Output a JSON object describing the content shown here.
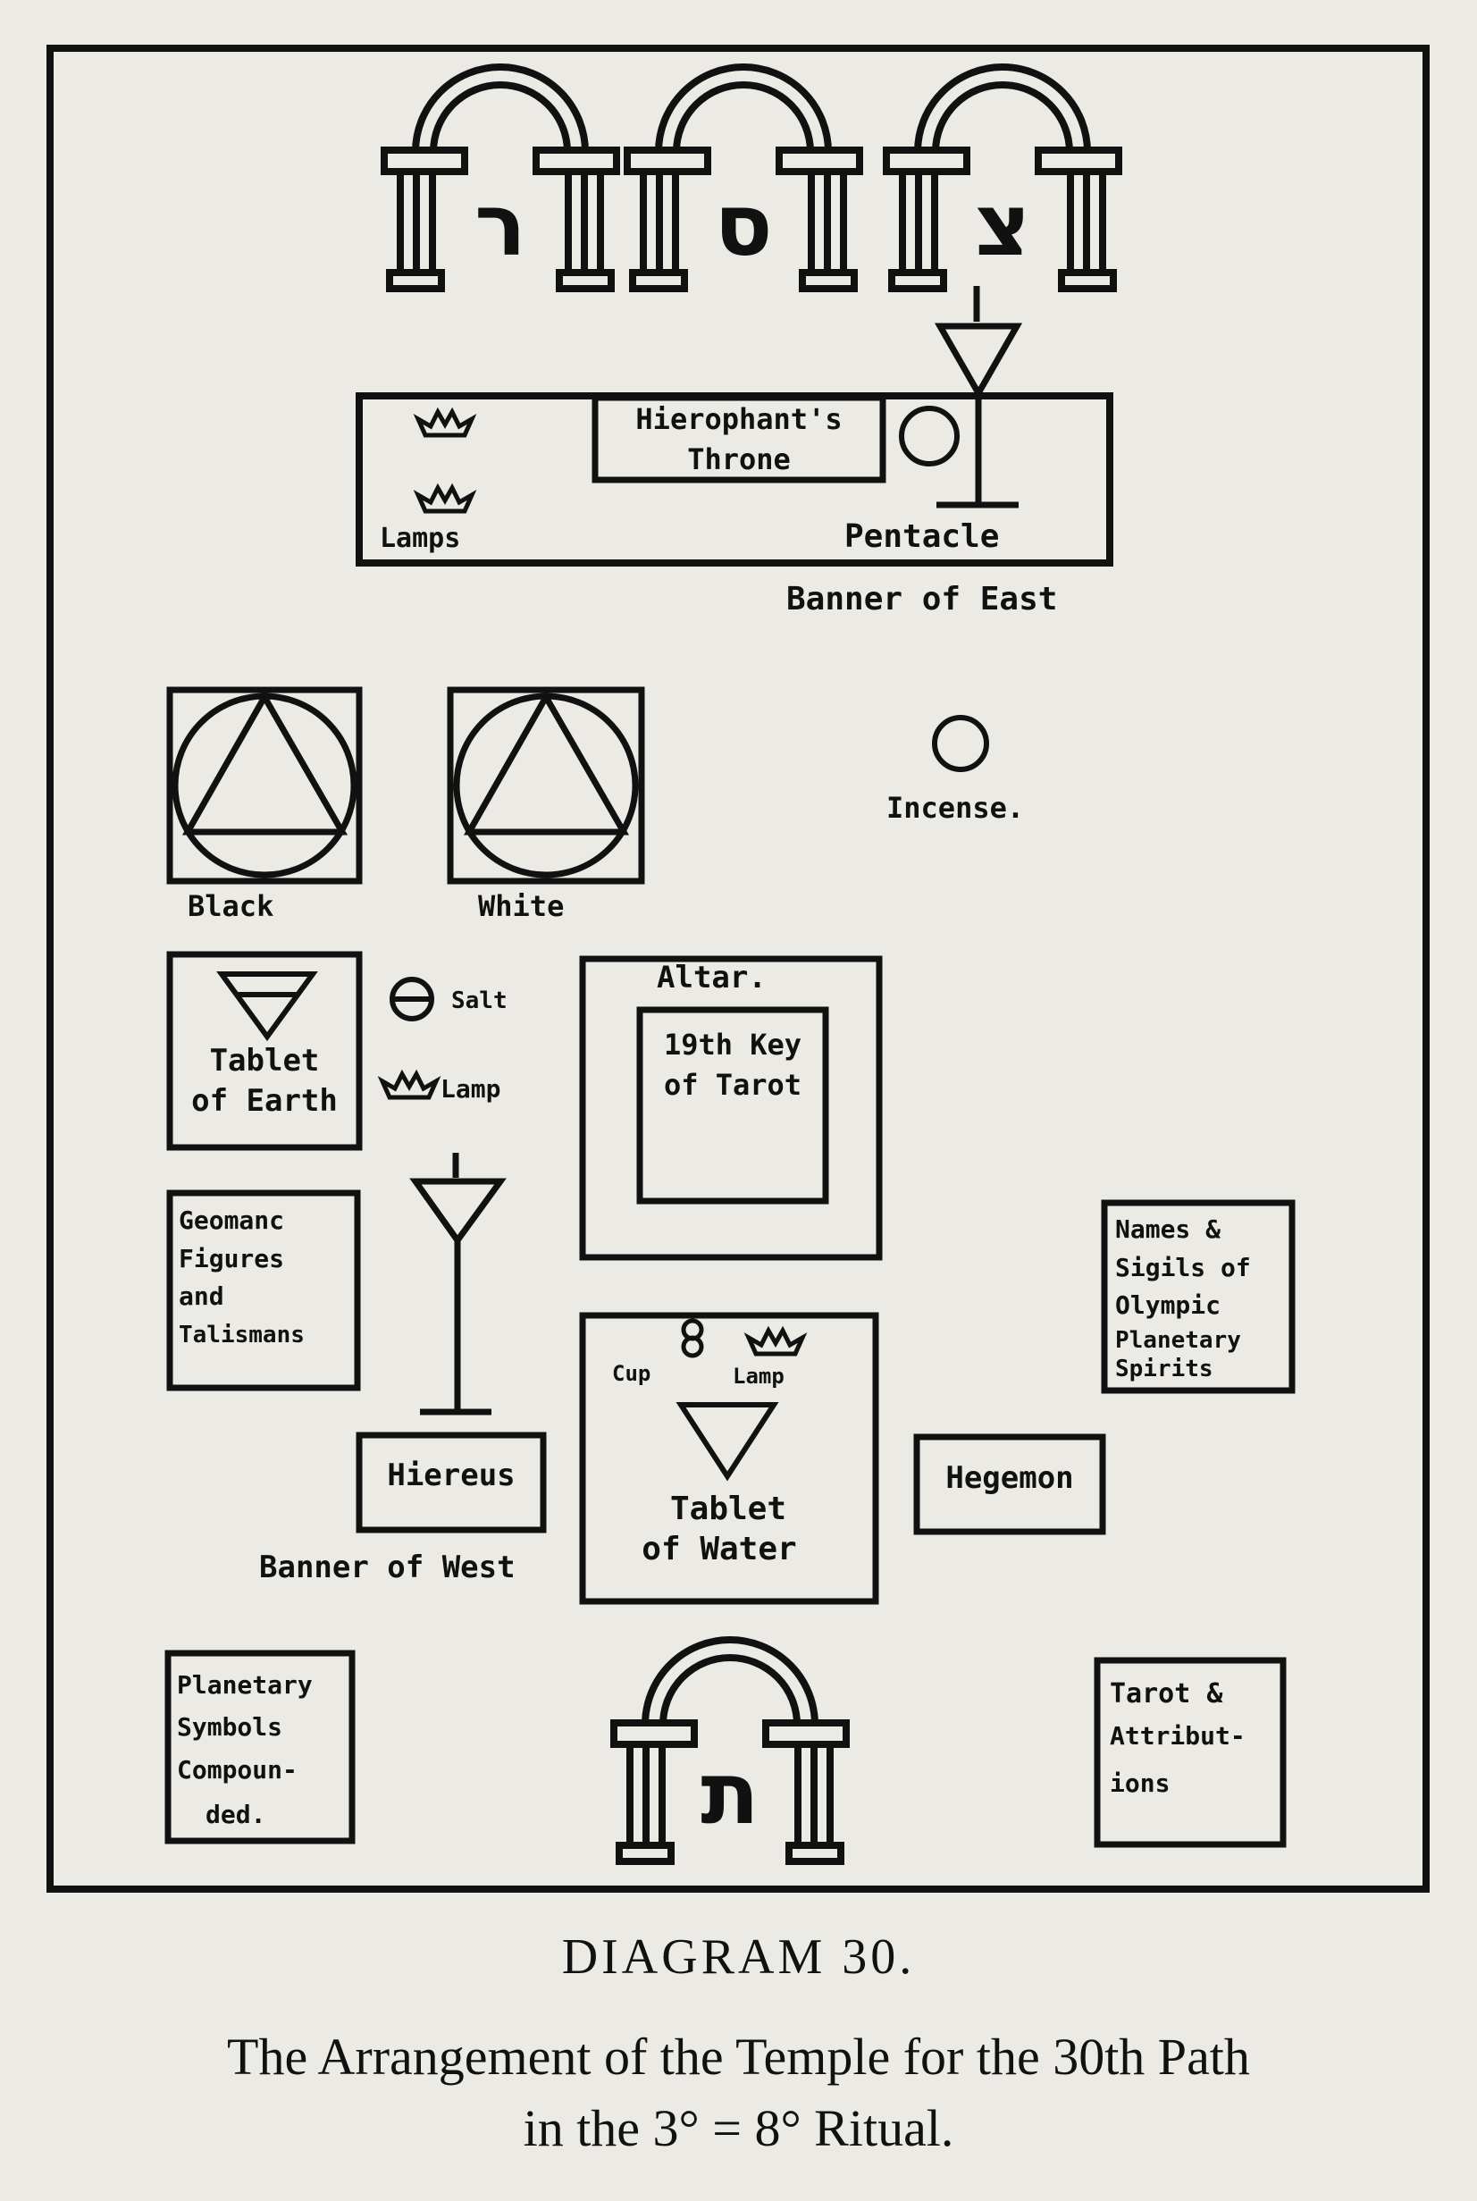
{
  "hebrew": {
    "arch1": "ר",
    "arch2": "ס",
    "arch3": "צ",
    "arch_bottom": "ת"
  },
  "east": {
    "throne": [
      "Hierophant's",
      "Throne"
    ],
    "lamps": "Lamps",
    "pentacle": "Pentacle",
    "banner": "Banner of East"
  },
  "black": "Black",
  "white": "White",
  "incense": "Incense.",
  "altar": "Altar.",
  "key": [
    "19th Key",
    "of Tarot"
  ],
  "tablet_earth": [
    "Tablet",
    "of Earth"
  ],
  "salt": "Salt",
  "lamp": "Lamp",
  "geomantic": [
    "Geomanc",
    "Figures",
    "and",
    "Talismans"
  ],
  "hiereus": "Hiereus",
  "banner_west": "Banner of West",
  "cup": "Cup",
  "lamp2": "Lamp",
  "tablet_water": [
    "Tablet",
    "of Water"
  ],
  "hegemon": "Hegemon",
  "olympic": [
    "Names &",
    "Sigils of",
    "Olympic",
    "Planetary",
    "Spirits"
  ],
  "planetary_symbols": [
    "Planetary",
    "Symbols",
    "Compoun-",
    "ded."
  ],
  "tarot_attr": [
    "Tarot &",
    "Attribut-",
    "ions"
  ],
  "caption": {
    "title": "DIAGRAM 30.",
    "line1": "The Arrangement of the Temple for the 30th Path",
    "line2": "in the 3° = 8° Ritual."
  }
}
